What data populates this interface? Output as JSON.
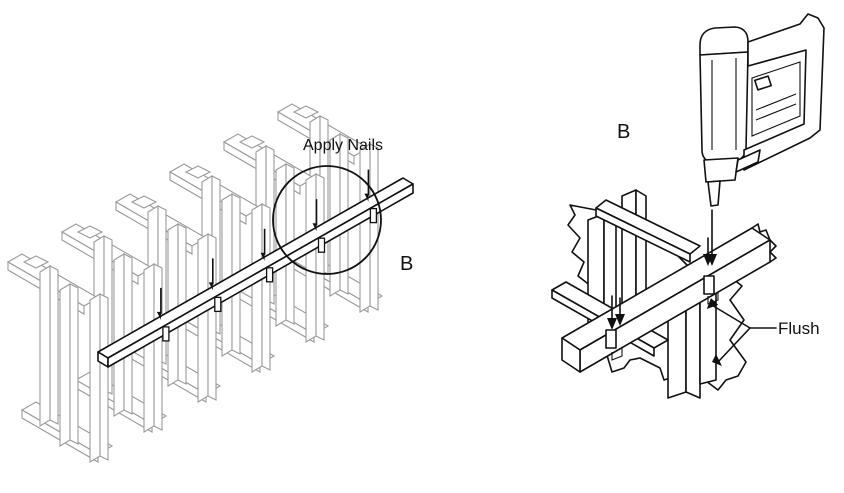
{
  "left_figure": {
    "apply_nails_label": "Apply Nails",
    "section_letter": "B"
  },
  "right_figure": {
    "section_letter": "B",
    "flush_label": "Flush"
  },
  "colors": {
    "ink": "#111111",
    "light_frame": "#9a9a9a",
    "background": "#ffffff"
  }
}
